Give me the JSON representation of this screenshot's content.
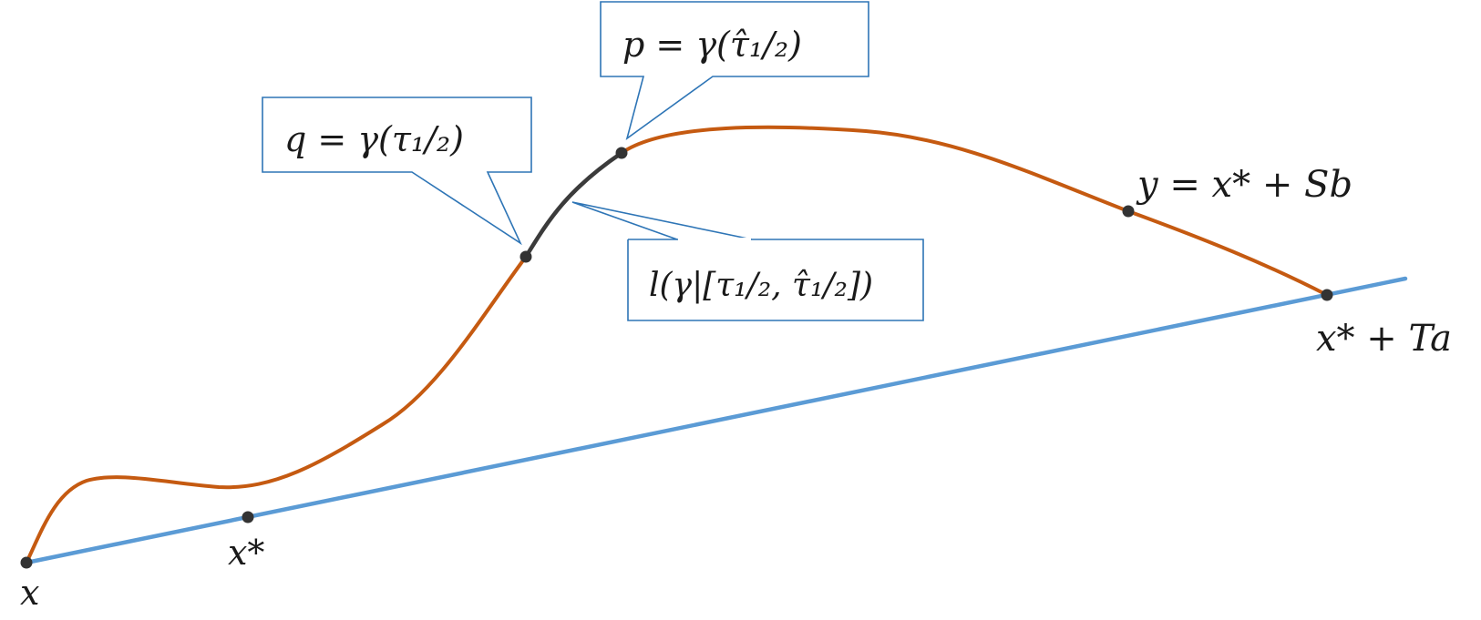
{
  "labels": {
    "x": "x",
    "x_star": "x*",
    "x_star_plus_Ta": "x* + Ta",
    "y_eq": "y = x* + Sb"
  },
  "callouts": {
    "p": "p = γ(τ̂₁/₂)",
    "q": "q = γ(τ₁/₂)",
    "length": "l(γ|[τ₁/₂, τ̂₁/₂])"
  },
  "colors": {
    "curve": "#c55a11",
    "curve_segment": "#3b3b3b",
    "line": "#5b9bd5",
    "callout_border": "#2e75b6",
    "point": "#333333"
  }
}
